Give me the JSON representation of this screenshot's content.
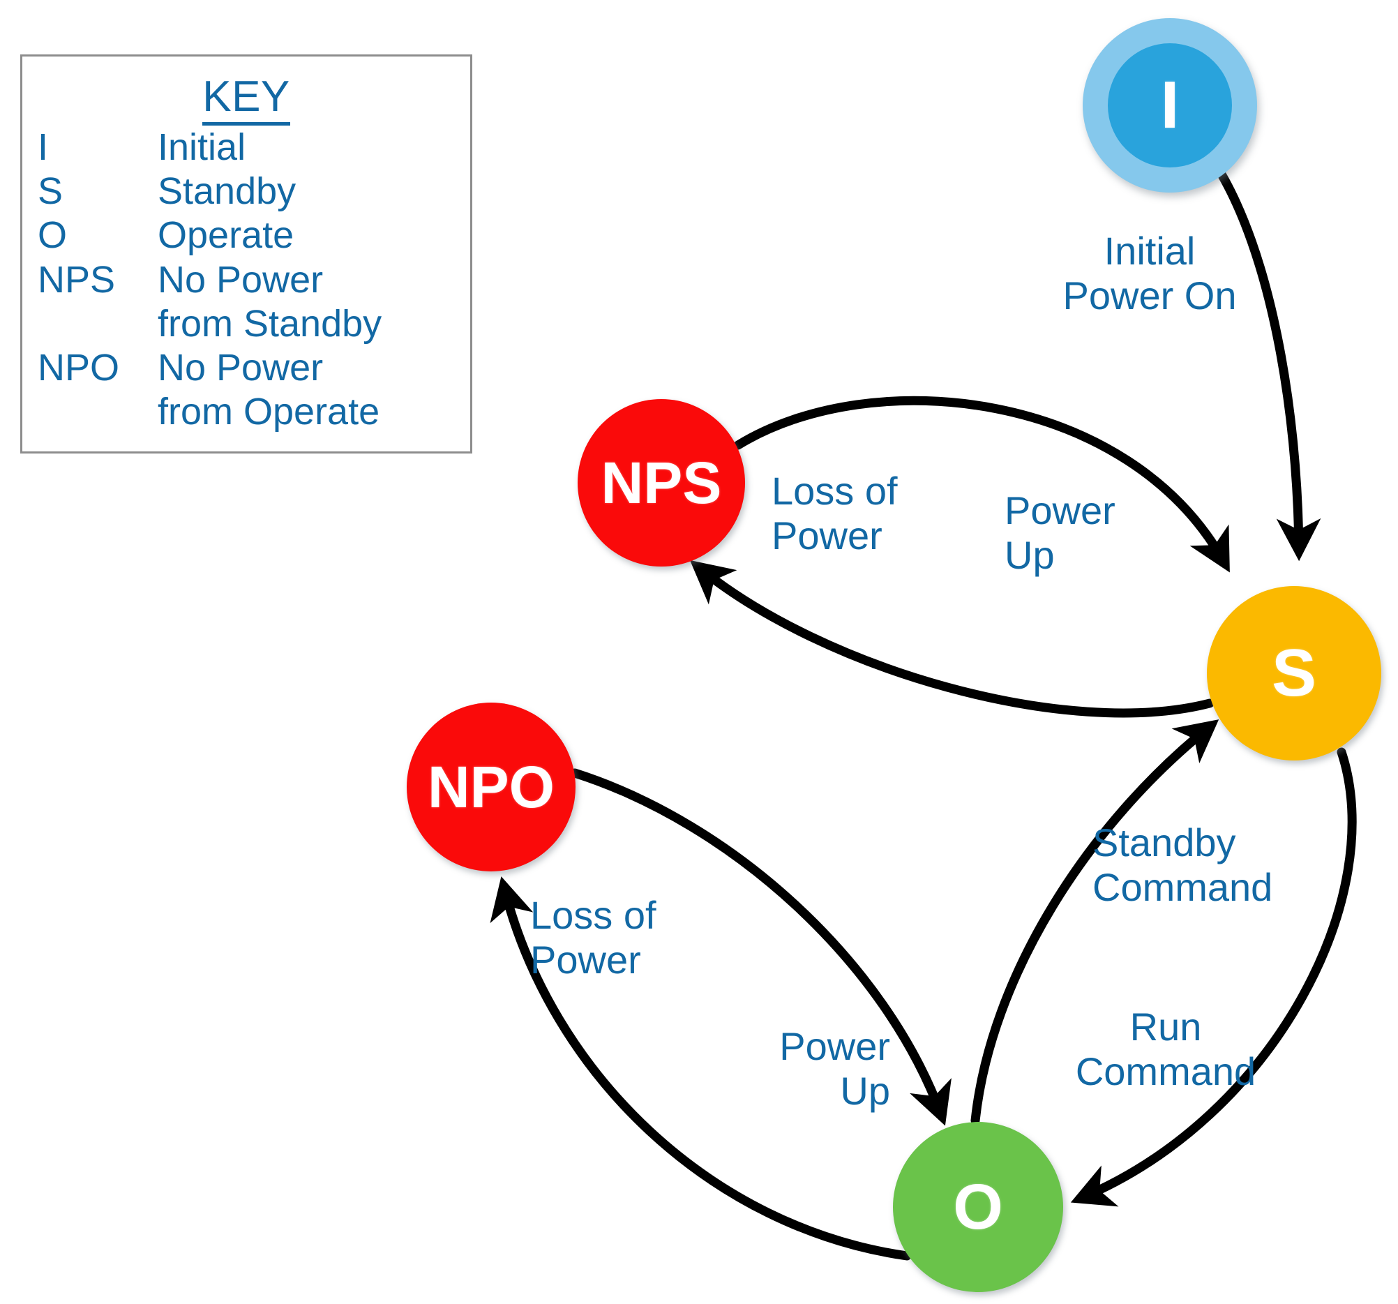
{
  "key": {
    "title": "KEY",
    "rows": [
      {
        "abbr": "I",
        "desc": "Initial",
        "cont": ""
      },
      {
        "abbr": "S",
        "desc": "Standby",
        "cont": ""
      },
      {
        "abbr": "O",
        "desc": "Operate",
        "cont": ""
      },
      {
        "abbr": "NPS",
        "desc": "No Power",
        "cont": "from Standby"
      },
      {
        "abbr": "NPO",
        "desc": "No Power",
        "cont": "from Operate"
      }
    ]
  },
  "nodes": [
    {
      "id": "I",
      "label": "I",
      "color": "#29a3dc",
      "ring_color": "#85c8ec",
      "meaning": "Initial"
    },
    {
      "id": "NPS",
      "label": "NPS",
      "color": "#fa0a0a",
      "meaning": "No Power from Standby"
    },
    {
      "id": "NPO",
      "label": "NPO",
      "color": "#fa0a0a",
      "meaning": "No Power from Operate"
    },
    {
      "id": "S",
      "label": "S",
      "color": "#fbb900",
      "meaning": "Standby"
    },
    {
      "id": "O",
      "label": "O",
      "color": "#6ac34a",
      "meaning": "Operate"
    }
  ],
  "edges": [
    {
      "from": "I",
      "to": "S",
      "label": "Initial\nPower On"
    },
    {
      "from": "S",
      "to": "NPS",
      "label": "Loss of\nPower"
    },
    {
      "from": "NPS",
      "to": "S",
      "label": "Power\nUp"
    },
    {
      "from": "O",
      "to": "S",
      "label": "Standby\nCommand"
    },
    {
      "from": "S",
      "to": "O",
      "label": "Run\nCommand"
    },
    {
      "from": "O",
      "to": "NPO",
      "label": "Loss of\nPower"
    },
    {
      "from": "NPO",
      "to": "O",
      "label": "Power\nUp"
    }
  ],
  "labels": {
    "initial_power_on": "Initial\nPower On",
    "loss_of_power_standby": "Loss of\nPower",
    "power_up_standby": "Power\nUp",
    "standby_command": "Standby\nCommand",
    "run_command": "Run\nCommand",
    "loss_of_power_operate": "Loss of\nPower",
    "power_up_operate": "Power\nUp"
  },
  "colors": {
    "text_blue": "#1268a4",
    "edge_black": "#000000",
    "key_border": "#8d8d8d",
    "background": "#ffffff"
  }
}
